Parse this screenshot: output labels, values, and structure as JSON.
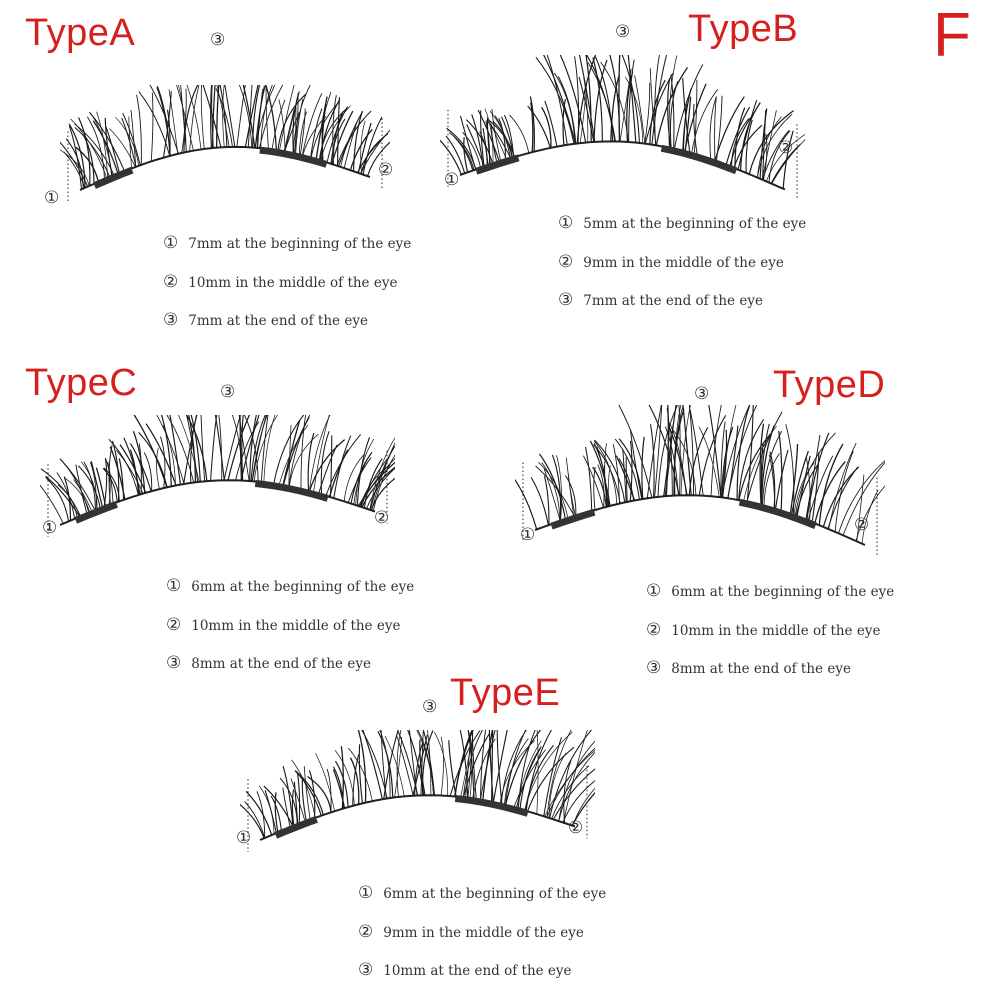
{
  "brand_letter": "F",
  "types": [
    {
      "title": "TypeA",
      "marker_top": "③",
      "marker_left": "①",
      "marker_right": "②",
      "specs": [
        {
          "num": "①",
          "text": "7mm at the beginning of the eye"
        },
        {
          "num": "②",
          "text": "10mm in the middle of the eye"
        },
        {
          "num": "③",
          "text": "7mm at the end of the eye"
        }
      ]
    },
    {
      "title": "TypeB",
      "marker_top": "③",
      "marker_left": "①",
      "marker_right": "②",
      "specs": [
        {
          "num": "①",
          "text": "5mm at the beginning of the eye"
        },
        {
          "num": "②",
          "text": "9mm in the middle of the eye"
        },
        {
          "num": "③",
          "text": "7mm at the end of the eye"
        }
      ]
    },
    {
      "title": "TypeC",
      "marker_top": "③",
      "marker_left": "①",
      "marker_right": "②",
      "specs": [
        {
          "num": "①",
          "text": "6mm at the beginning of the eye"
        },
        {
          "num": "②",
          "text": "10mm in the middle of the eye"
        },
        {
          "num": "③",
          "text": "8mm at the end of the eye"
        }
      ]
    },
    {
      "title": "TypeD",
      "marker_top": "③",
      "marker_left": "①",
      "marker_right": "②",
      "specs": [
        {
          "num": "①",
          "text": "6mm at the beginning of the eye"
        },
        {
          "num": "②",
          "text": "10mm in the middle of the eye"
        },
        {
          "num": "③",
          "text": "8mm at the end of the eye"
        }
      ]
    },
    {
      "title": "TypeE",
      "marker_top": "③",
      "marker_left": "①",
      "marker_right": "②",
      "specs": [
        {
          "num": "①",
          "text": "6mm at the beginning of the eye"
        },
        {
          "num": "②",
          "text": "9mm in the middle of the eye"
        },
        {
          "num": "③",
          "text": "10mm at the end of the eye"
        }
      ]
    }
  ]
}
